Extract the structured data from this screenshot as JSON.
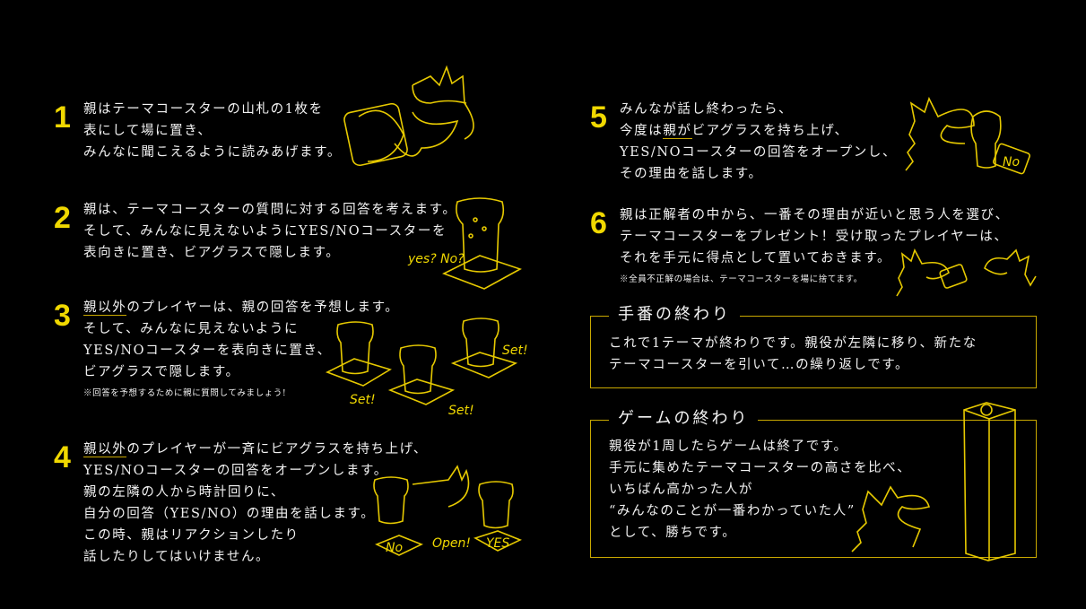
{
  "accent_color": "#f0d800",
  "border_color": "#c9a800",
  "steps": [
    {
      "number": "1",
      "lines": [
        "親はテーマコースターの山札の1枚を",
        "表にして場に置き、",
        "みんなに聞こえるように読みあげます。"
      ]
    },
    {
      "number": "2",
      "lines": [
        "親は、テーマコースターの質問に対する回答を考えます。",
        "そして、みんなに見えないようにYES/NOコースターを",
        "表向きに置き、ビアグラスで隠します。"
      ]
    },
    {
      "number": "3",
      "underlined": "親以外",
      "lines": [
        "のプレイヤーは、親の回答を予想します。",
        "そして、みんなに見えないように",
        "YES/NOコースターを表向きに置き、",
        "ビアグラスで隠します。"
      ],
      "note": "※回答を予想するために親に質問してみましょう!"
    },
    {
      "number": "4",
      "underlined": "親以外",
      "lines": [
        "のプレイヤーが一斉にビアグラスを持ち上げ、",
        "YES/NOコースターの回答をオープンします。",
        "親の左隣の人から時計回りに、",
        "自分の回答（YES/NO）の理由を話します。",
        "この時、親はリアクションしたり",
        "話したりしてはいけません。"
      ]
    },
    {
      "number": "5",
      "lines": [
        "みんなが話し終わったら、",
        "今度は",
        "親が",
        "ビアグラスを持ち上げ、",
        "YES/NOコースターの回答をオープンし、",
        "その理由を話します。"
      ]
    },
    {
      "number": "6",
      "lines": [
        "親は正解者の中から、一番その理由が近いと思う人を選び、",
        "テーマコースターをプレゼント！受け取ったプレイヤーは、",
        "それを手元に得点として置いておきます。"
      ],
      "note": "※全員不正解の場合は、テーマコースターを場に捨てます。"
    }
  ],
  "turn_end": {
    "title": "手番の終わり",
    "lines": [
      "これで1テーマが終わりです。親役が左隣に移り、新たな",
      "テーマコースターを引いて…の繰り返しです。"
    ]
  },
  "game_end": {
    "title": "ゲームの終わり",
    "lines": [
      "親役が1周したらゲームは終了です。",
      "手元に集めたテーマコースターの高さを比べ、",
      "いちばん高かった人が",
      "“みんなのことが一番わかっていた人”",
      "として、勝ちです。"
    ]
  },
  "illustration_labels": {
    "yes_no": "yes? No?",
    "set": "Set!",
    "open": "Open!",
    "no": "No",
    "yes": "YES"
  }
}
